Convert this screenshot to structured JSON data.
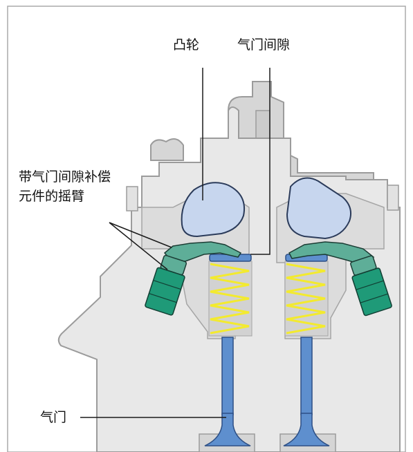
{
  "labels": {
    "cam": "凸轮",
    "valve_clearance": "气门间隙",
    "rocker_arm_line1": "带气门间隙补偿",
    "rocker_arm_line2": "元件的摇臂",
    "valve": "气门"
  },
  "colors": {
    "head_fill": "#e8e8e8",
    "head_inner": "#d9d9d9",
    "head_outline": "#9b9b9b",
    "cam_fill": "#c7d6ee",
    "rocker_fill": "#5eae98",
    "adjuster_fill": "#1f9a78",
    "spring_color": "#f3ea2e",
    "valve_fill": "#5e8fce",
    "leader_line": "#1a1a1a"
  }
}
